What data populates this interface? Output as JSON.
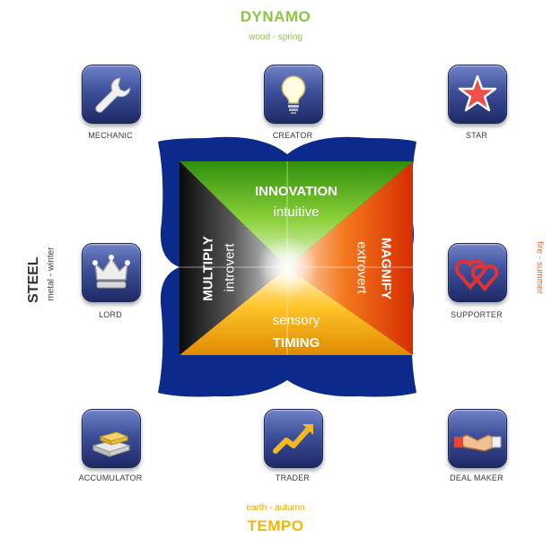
{
  "top": {
    "title": "DYNAMO",
    "subtitle": "wood - spring",
    "title_color": "#8cc63f"
  },
  "bottom": {
    "title": "TEMPO",
    "subtitle": "earth - autumn",
    "title_color": "#f2b705"
  },
  "left": {
    "title": "STEEL",
    "subtitle": "metal - winter",
    "title_color": "#333333"
  },
  "right": {
    "subtitle": "fire - summer",
    "color": "#f26522"
  },
  "quadrants": {
    "top": {
      "name": "INNOVATION",
      "trait": "intuitive"
    },
    "right": {
      "name": "MAGNIFY",
      "trait": "extrovert"
    },
    "bottom": {
      "name": "TIMING",
      "trait": "sensory"
    },
    "left": {
      "name": "MULTIPLY",
      "trait": "introvert"
    }
  },
  "profiles": [
    {
      "label": "MECHANIC",
      "icon": "wrench-icon"
    },
    {
      "label": "CREATOR",
      "icon": "lightbulb-icon"
    },
    {
      "label": "STAR",
      "icon": "star-icon"
    },
    {
      "label": "LORD",
      "icon": "crown-icon"
    },
    {
      "label": "SUPPORTER",
      "icon": "hearts-icon"
    },
    {
      "label": "ACCUMULATOR",
      "icon": "gold-bars-icon"
    },
    {
      "label": "TRADER",
      "icon": "trend-arrow-icon"
    },
    {
      "label": "DEAL MAKER",
      "icon": "handshake-icon"
    }
  ],
  "colors": {
    "frame": "#0b2a8c",
    "green": "#4caf1a",
    "orange": "#f26522",
    "yellow": "#f7b500",
    "grey": "#2b2b2b"
  }
}
